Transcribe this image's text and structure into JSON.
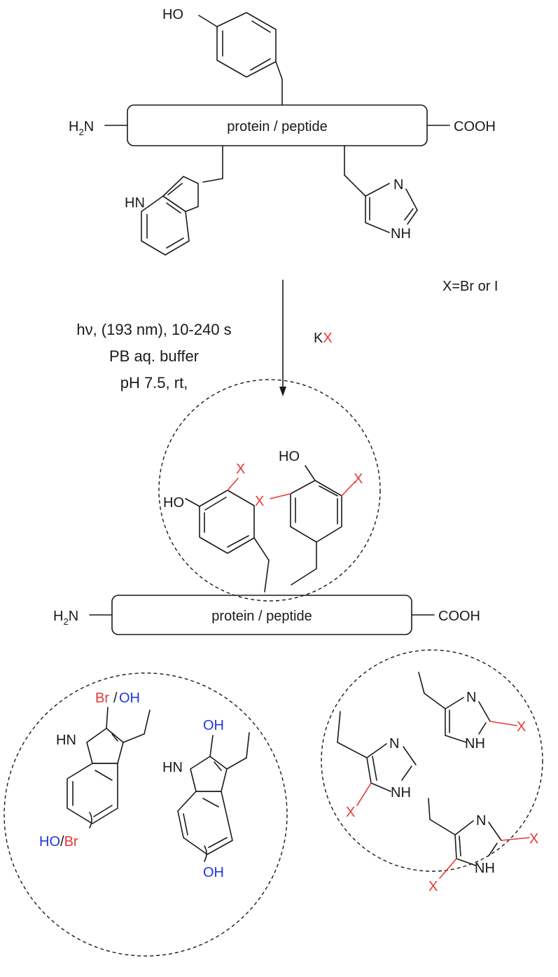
{
  "top": {
    "box_label": "protein / peptide",
    "n_terminus": {
      "main": "H",
      "sub": "2",
      "tail": "N"
    },
    "c_terminus": "COOH",
    "tyr_oh": "HO",
    "trp_nh": "HN",
    "his_n": "N",
    "his_nh": "NH"
  },
  "side_note": "X=Br or I",
  "conditions": {
    "line1": "hν, (193 nm), 10-240 s",
    "line2": "PB aq. buffer",
    "line3": "pH 7.5, rt,"
  },
  "reagent": {
    "k": "K",
    "x": "X"
  },
  "colors": {
    "red": "#e53935",
    "blue": "#1e35e0",
    "ink": "#1a1a1a"
  },
  "tyr_products": {
    "mono_ho": "HO",
    "mono_x": "X",
    "di_ho": "HO",
    "di_x1": "X",
    "di_x2": "X"
  },
  "bottom": {
    "box_label": "protein / peptide",
    "n_terminus": {
      "main": "H",
      "sub": "2",
      "tail": "N"
    },
    "c_terminus": "COOH"
  },
  "trp_products": {
    "p1_br": "Br",
    "p1_slash": "/",
    "p1_oh": "OH",
    "p1_hn": "HN",
    "p1_ring_ho": "HO",
    "p1_ring_slash": "/",
    "p1_ring_br": "Br",
    "p2_oh": "OH",
    "p2_hn": "HN",
    "p2_ring_oh": "OH"
  },
  "his_products": {
    "a_n": "N",
    "a_nh": "NH",
    "a_x": "X",
    "b_n": "N",
    "b_nh": "NH",
    "b_x": "X",
    "c_n": "N",
    "c_nh": "NH",
    "c_x1": "X",
    "c_x2": "X"
  }
}
